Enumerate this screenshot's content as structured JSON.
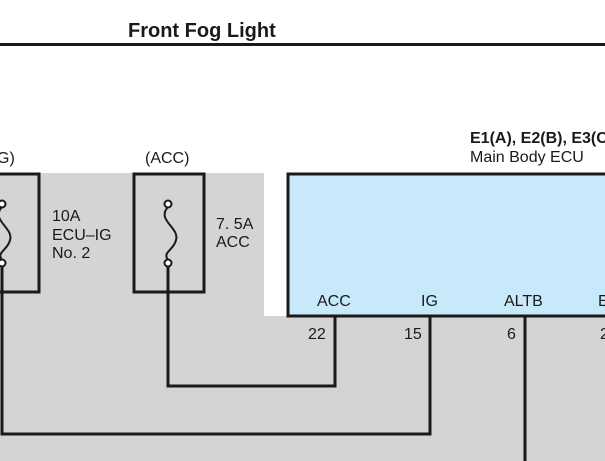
{
  "header": {
    "title": "Front Fog Light"
  },
  "fuses": [
    {
      "tag": "G)",
      "rating": "10A",
      "name_line1": "ECU–IG",
      "name_line2": "No. 2"
    },
    {
      "tag": "(ACC)",
      "rating": "7. 5A",
      "name_line1": "ACC"
    }
  ],
  "ecu": {
    "connectors": "E1(A), E2(B), E3(C",
    "name": "Main Body ECU",
    "pins": [
      {
        "label": "ACC",
        "number": "22"
      },
      {
        "label": "IG",
        "number": "15"
      },
      {
        "label": "ALTB",
        "number": "6"
      },
      {
        "label": "E",
        "number": "2"
      }
    ]
  },
  "colors": {
    "background": "#ffffff",
    "shaded_area": "#d4d4d4",
    "ecu_fill": "#c8e9f9",
    "line": "#1a1a1a"
  }
}
